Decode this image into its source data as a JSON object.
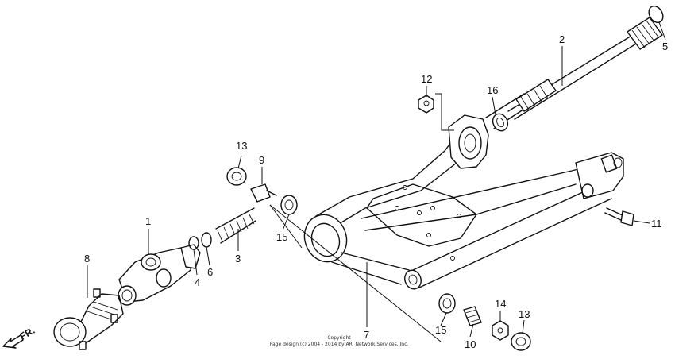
{
  "diagram": {
    "callouts": [
      "1",
      "2",
      "3",
      "4",
      "5",
      "6",
      "7",
      "8",
      "9",
      "10",
      "11",
      "12",
      "13",
      "13",
      "14",
      "15",
      "15",
      "16"
    ],
    "direction_label": "FR.",
    "copyright_line1": "Copyright",
    "copyright_line2": "Page design (c) 2004 - 2014 by ARI Network Services, Inc."
  }
}
